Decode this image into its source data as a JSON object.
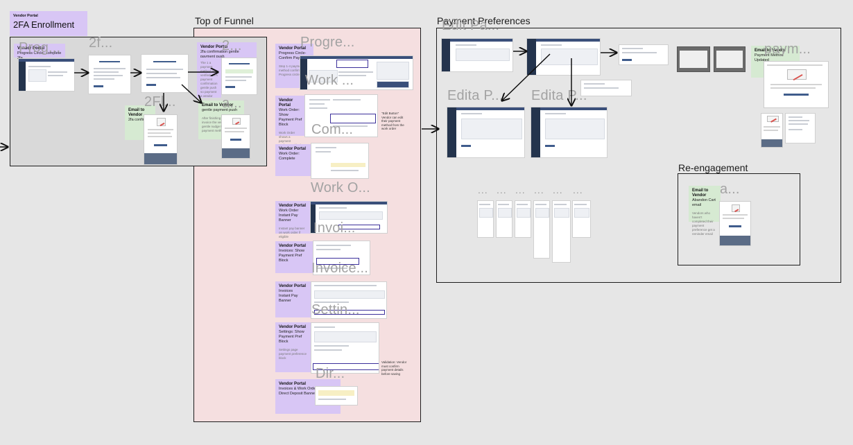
{
  "board": {
    "top_left_sticky": {
      "category": "Vendor Portal",
      "title": "2FA Enrollment"
    },
    "sections": {
      "top_of_funnel": "Top of Funnel",
      "payment_preferences": "Payment Preferences",
      "re_engagement": "Re-engagement"
    },
    "ghost_labels": {
      "g1": "Prog...",
      "g2": "2f...",
      "g3": "2...",
      "g4": "2Fl...",
      "g5": "a...",
      "g6": "Progre...",
      "g7": "Work ...",
      "g8": "Com...",
      "g9": "Work O...",
      "g10": "Invoi...",
      "g11": "Invoice...",
      "g12": "Settin...",
      "g13": "Dir...",
      "g14": "Edit Pa...",
      "g15": "paym...",
      "g16": "Edita P...",
      "g17": "Edita P...",
      "g18": "a..."
    },
    "dots": "..."
  },
  "stickies": {
    "s2fa": {
      "category": "Vendor Portal",
      "line": "Progress Circle- complete 2fa"
    },
    "email_2fa": {
      "category": "Email to Vendor",
      "line": "2fa confirm"
    },
    "vp_2fa_confirm": {
      "category": "Vendor Portal",
      "line": "2fa confirmation gentle payment push",
      "note": "The 1 a payment method was verified. 2FA payment confirmation gentle push so payment a vendor"
    },
    "email_gentle": {
      "category": "Email to Vendor",
      "line": "gentle payment push",
      "note": "After finishing the first invoice the vendor gets a gentle nudge to set up their payment method"
    },
    "progress": {
      "category": "Vendor Portal",
      "line": "Progress Circle- Confirm Pay Pref",
      "note": "Step 1-4 payment method confirmed. Progress circle update"
    },
    "work_order": {
      "category": "Vendor Portal",
      "line": "Work Order: Show Payment Pref Block",
      "note": "Work Order shows a payment preference block so vendor can select payment method"
    },
    "work_order_complete": {
      "category": "Vendor Portal",
      "line": "Work Order: Complete"
    },
    "instant_pay": {
      "category": "Vendor Portal",
      "line1": "Work Order",
      "line2": "Instant Pay Banner",
      "note": "Instant pay banner on work order if eligible"
    },
    "invoices_show": {
      "category": "Vendor Portal",
      "line1": "Invoices: Show",
      "line2": "Payment Pref Block"
    },
    "invoices_instant": {
      "category": "Vendor Portal",
      "line1": "Invoices",
      "line2": "Instant Pay Banner"
    },
    "settings": {
      "category": "Vendor Portal",
      "line1": "Settings: Show",
      "line2": "Payment Pref Block",
      "note": "Settings page payment preference block"
    },
    "direct_deposit": {
      "category": "Vendor Portal",
      "line1": "Invoices & Work Order",
      "line2": "Direct Deposit Banner"
    },
    "email_updated": {
      "category": "Email to Vendor",
      "line": "Payment Method Updated"
    },
    "email_abandon": {
      "category": "Email to Vendor",
      "line": "Abandon Cart email",
      "note": "Vendors who haven't completed their payment preference get a reminder email"
    }
  },
  "annotations": {
    "edit_button": "\"Edit Button\" Vendor can edit their payment method from the work order",
    "validation": "Validation: Vendor must confirm payment details before saving"
  },
  "colors": {
    "background": "#e6e6e6",
    "funnel_bg": "#f5dfe0",
    "sticky_purple": "#d8c6f5",
    "sticky_green": "#d6ead2",
    "portal_sidebar": "#24344d",
    "highlight": "#3b2f9a"
  }
}
